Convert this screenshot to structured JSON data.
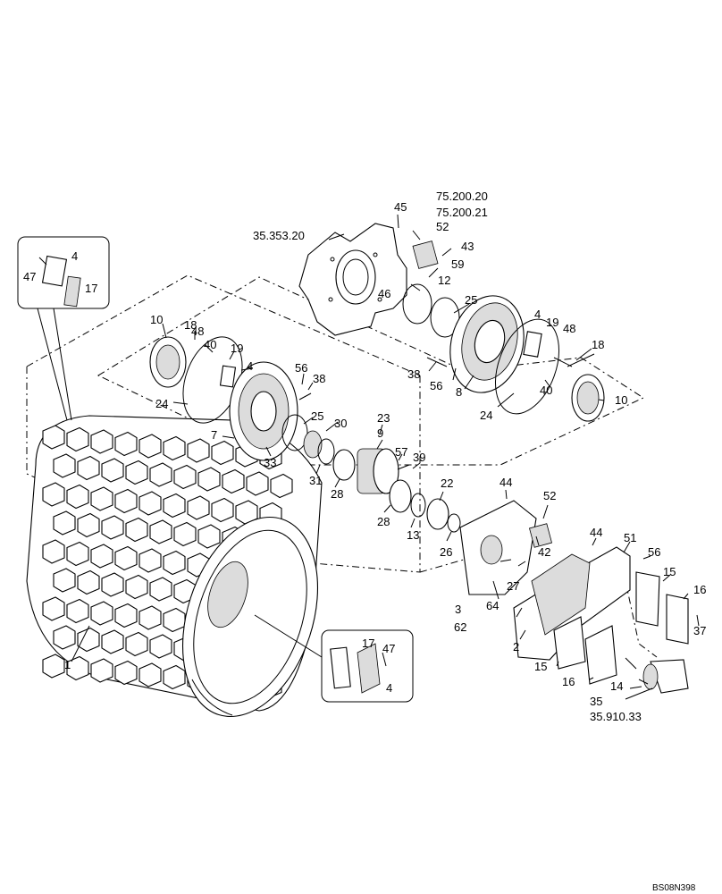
{
  "diagram": {
    "reference_labels": [
      "75.200.20",
      "75.200.21",
      "35.353.20",
      "35.910.33"
    ],
    "part_numbers": [
      "1",
      "2",
      "3",
      "4",
      "7",
      "8",
      "9",
      "10",
      "12",
      "13",
      "14",
      "15",
      "16",
      "17",
      "18",
      "19",
      "22",
      "23",
      "24",
      "25",
      "26",
      "27",
      "28",
      "30",
      "31",
      "33",
      "35",
      "37",
      "38",
      "39",
      "40",
      "42",
      "43",
      "44",
      "45",
      "46",
      "47",
      "48",
      "51",
      "52",
      "56",
      "57",
      "59",
      "62",
      "64"
    ],
    "image_code": "BS08N398"
  }
}
